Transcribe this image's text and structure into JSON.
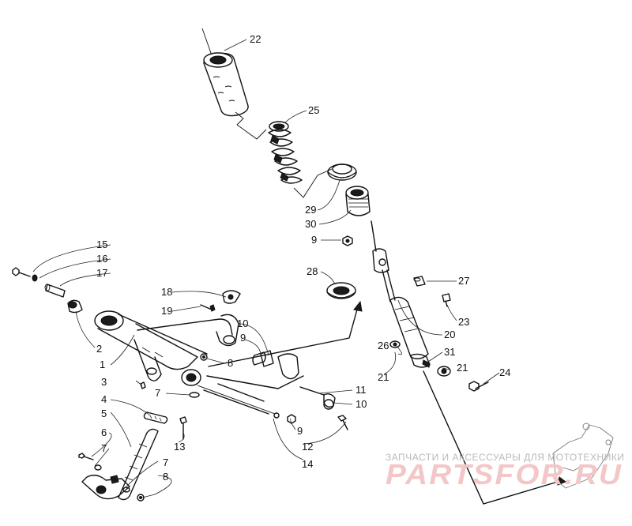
{
  "watermark": {
    "tagline": "ЗАПЧАСТИ И АКСЕССУАРЫ ДЛЯ МОТОТЕХНИКИ",
    "brand": "PARTSFOR.RU"
  },
  "colors": {
    "ink": "#111111",
    "watermark_text": "#b9b9b9",
    "watermark_brand": "#f3c7c7"
  },
  "callouts": {
    "c1": "1",
    "c2": "2",
    "c3": "3",
    "c4": "4",
    "c5": "5",
    "c6": "6",
    "c7a": "7",
    "c7b": "7",
    "c7c": "7",
    "c8a": "8",
    "c8b": "8",
    "c9a": "9",
    "c9b": "9",
    "c9c": "9",
    "c10a": "10",
    "c10b": "10",
    "c11": "11",
    "c12": "12",
    "c13": "13",
    "c14": "14",
    "c15": "15",
    "c16": "16",
    "c17": "17",
    "c18": "18",
    "c19": "19",
    "c20": "20",
    "c21a": "21",
    "c21b": "21",
    "c22": "22",
    "c23": "23",
    "c24": "24",
    "c25": "25",
    "c26": "26",
    "c27": "27",
    "c28": "28",
    "c29": "29",
    "c30": "30",
    "c31": "31"
  }
}
